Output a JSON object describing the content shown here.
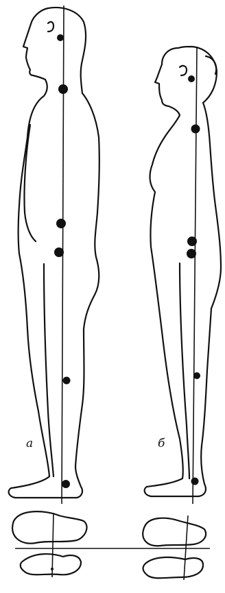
{
  "figure": {
    "panels": [
      {
        "label": "а"
      },
      {
        "label": "б"
      }
    ],
    "icons": [
      "male-figure-profile",
      "female-figure-profile",
      "footprint-icon",
      "plumb-line"
    ]
  }
}
